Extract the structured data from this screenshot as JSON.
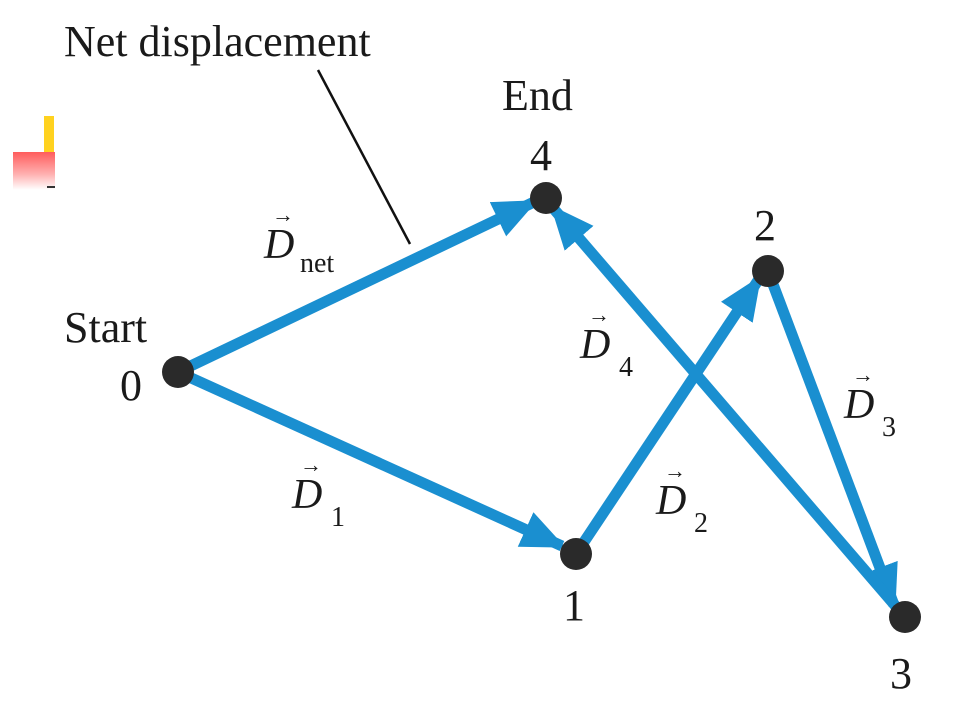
{
  "title": "Net displacement",
  "colors": {
    "vector": "#1a8fd0",
    "point": "#2a2a2a",
    "leader": "#111111",
    "deco_yellow": "#ffd21f",
    "deco_red": "#ff6b6b"
  },
  "points": {
    "p0": {
      "number": "0",
      "label": "Start"
    },
    "p1": {
      "number": "1"
    },
    "p2": {
      "number": "2"
    },
    "p3": {
      "number": "3"
    },
    "p4": {
      "number": "4",
      "label": "End"
    }
  },
  "vectors": {
    "d1": {
      "symbol": "D",
      "subscript": "1"
    },
    "d2": {
      "symbol": "D",
      "subscript": "2"
    },
    "d3": {
      "symbol": "D",
      "subscript": "3"
    },
    "d4": {
      "symbol": "D",
      "subscript": "4"
    },
    "dnet": {
      "symbol": "D",
      "subscript": "net"
    }
  },
  "vector_arrow_glyph": "→"
}
